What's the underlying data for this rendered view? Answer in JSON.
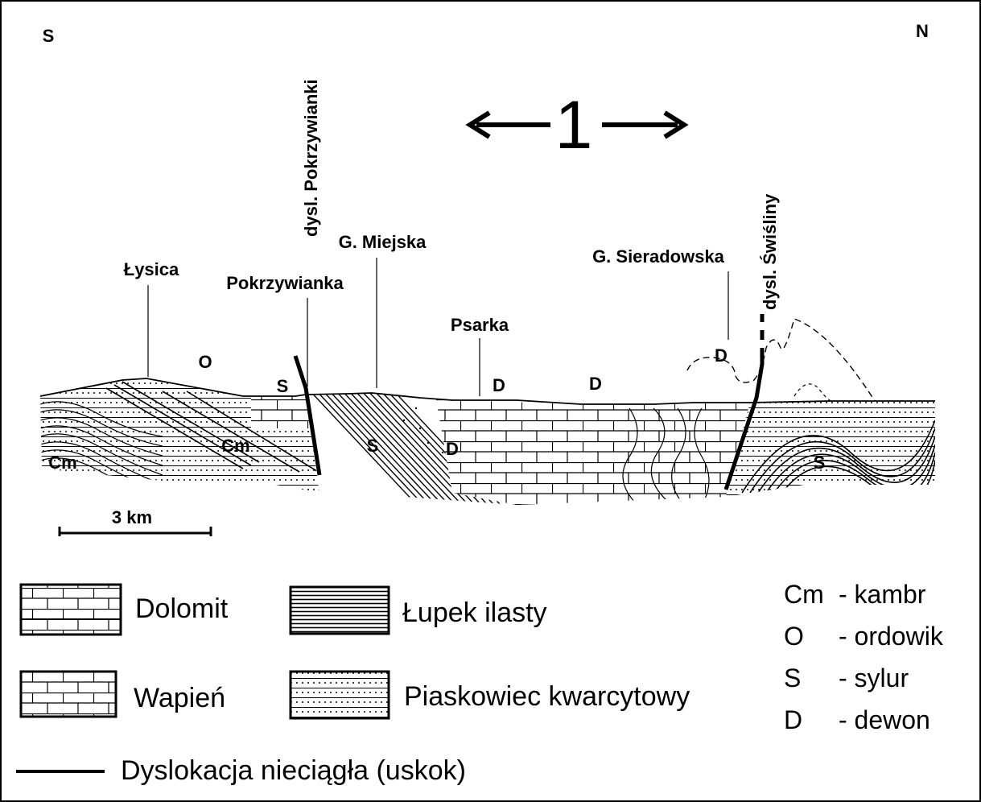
{
  "orientation": {
    "south": "S",
    "north": "N"
  },
  "section_number": "1",
  "peaks": {
    "lysica": "Łysica",
    "pokrzywianka": "Pokrzywianka",
    "g_miejska": "G. Miejska",
    "psarka": "Psarka",
    "g_sieradowska": "G. Sieradowska"
  },
  "faults": {
    "pokrzywianka": "dysl. Pokrzywianki",
    "swisliny": "dysl. Świśliny"
  },
  "unit_labels": {
    "cm_left": "Cm",
    "o_top": "O",
    "s_top": "S",
    "cm_mid": "Cm",
    "s_mid": "S",
    "d_mid": "D",
    "d_psarka": "D",
    "d_right": "D",
    "d_sieradowska": "D",
    "s_right": "S"
  },
  "scale_bar": "3 km",
  "legend": {
    "dolomit": "Dolomit",
    "wapien": "Wapień",
    "lupek": "Łupek ilasty",
    "piaskowiec": "Piaskowiec kwarcytowy",
    "dyslokacja": "Dyslokacja nieciągła (uskok)"
  },
  "periods": [
    {
      "code": "Cm",
      "name": "- kambr"
    },
    {
      "code": "O",
      "name": "- ordowik"
    },
    {
      "code": "S",
      "name": "- sylur"
    },
    {
      "code": "D",
      "name": "- dewon"
    }
  ]
}
